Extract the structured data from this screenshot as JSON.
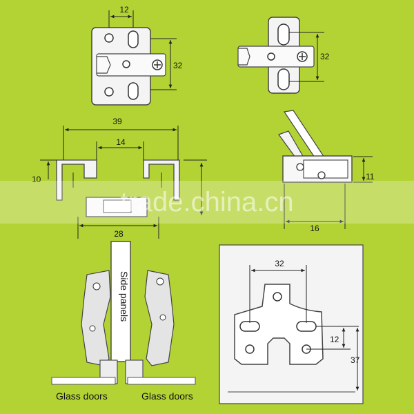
{
  "dimensions": {
    "top_left_width": "12",
    "top_left_height": "32",
    "top_right_height": "32",
    "mid_overall_width": "39",
    "mid_inner_width": "14",
    "mid_left_height": "10",
    "mid_bottom_width": "28",
    "side_height": "11",
    "side_width": "16",
    "plate_top_width": "32",
    "plate_slot_height": "12",
    "plate_total_height": "37"
  },
  "labels": {
    "side_panels": "Side panels",
    "glass_doors_left": "Glass doors",
    "glass_doors_right": "Glass doors"
  },
  "watermark": "trade.china.cn",
  "colors": {
    "background": "#b3d334",
    "part_fill": "#f4f4f4",
    "line": "#222222"
  }
}
